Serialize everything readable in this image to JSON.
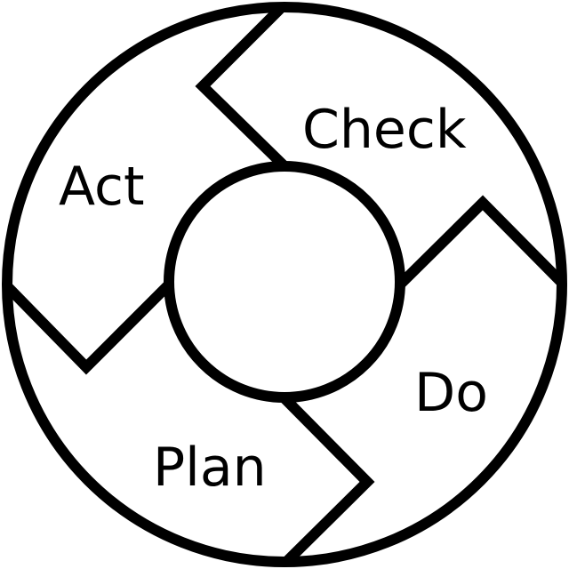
{
  "stages": [
    {
      "label": "Check"
    },
    {
      "label": "Act"
    },
    {
      "label": "Do"
    },
    {
      "label": "Plan"
    }
  ],
  "colors": {
    "stroke": "#000000",
    "background": "#ffffff"
  }
}
